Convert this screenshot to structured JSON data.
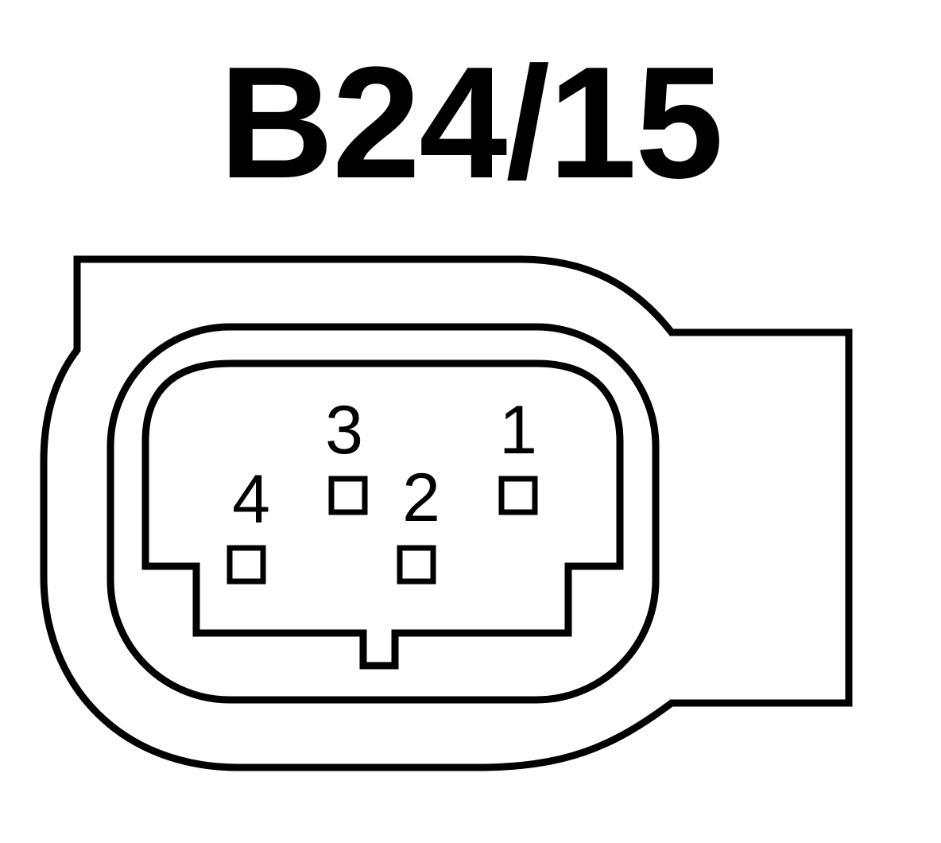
{
  "connector": {
    "id": "B24/15",
    "pins": [
      {
        "number": "1"
      },
      {
        "number": "2"
      },
      {
        "number": "3"
      },
      {
        "number": "4"
      }
    ]
  }
}
